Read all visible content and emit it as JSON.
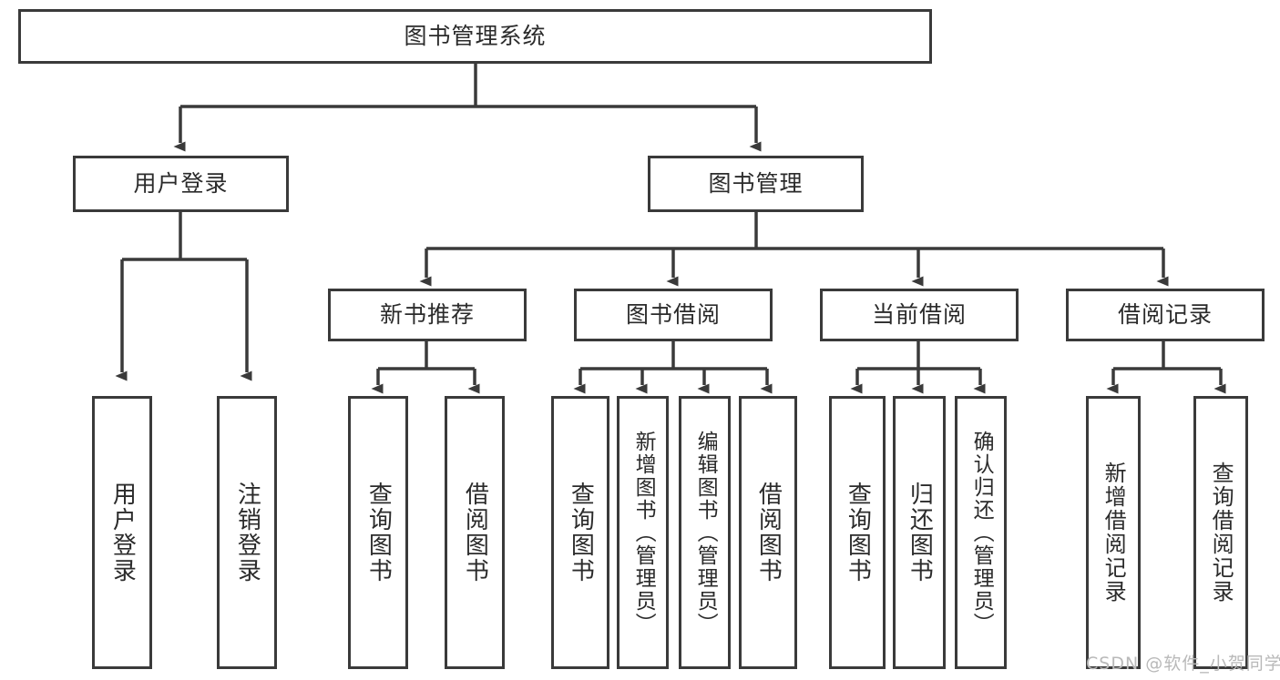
{
  "diagram": {
    "title_node": {
      "label": "图书管理系统"
    },
    "level2": [
      {
        "label": "用户登录"
      },
      {
        "label": "图书管理"
      }
    ],
    "level3": [
      {
        "label": "新书推荐"
      },
      {
        "label": "图书借阅"
      },
      {
        "label": "当前借阅"
      },
      {
        "label": "借阅记录"
      }
    ],
    "leaves": {
      "user_login": [
        {
          "label": "用户登录"
        },
        {
          "label": "注销登录"
        }
      ],
      "new_book_recommend": [
        {
          "label": "查询图书"
        },
        {
          "label": "借阅图书"
        }
      ],
      "book_borrow": [
        {
          "label": "查询图书"
        },
        {
          "label": "新增图书（管理员）"
        },
        {
          "label": "编辑图书（管理员）"
        },
        {
          "label": "借阅图书"
        }
      ],
      "current_borrow": [
        {
          "label": "查询图书"
        },
        {
          "label": "归还图书"
        },
        {
          "label": "确认归还（管理员）"
        }
      ],
      "borrow_record": [
        {
          "label": "新增借阅记录"
        },
        {
          "label": "查询借阅记录"
        }
      ]
    }
  },
  "watermark": {
    "text": "CSDN @软件_小贺同学"
  },
  "colors": {
    "border": "#3a3a3a",
    "text": "#2b2b2b",
    "background": "#ffffff",
    "watermark": "#b9b9b9"
  }
}
